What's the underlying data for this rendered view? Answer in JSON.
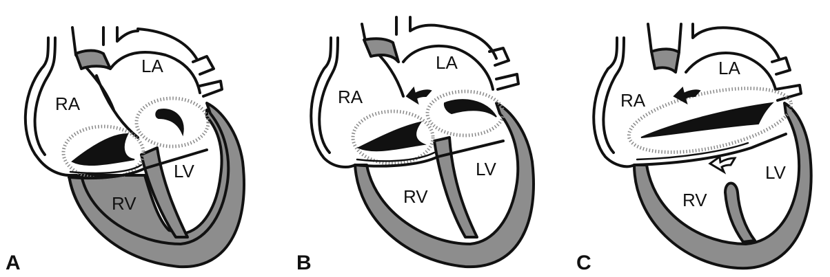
{
  "panels": [
    {
      "label": "A",
      "chambers": {
        "ra": "RA",
        "la": "LA",
        "rv": "RV",
        "lv": "LV"
      }
    },
    {
      "label": "B",
      "chambers": {
        "ra": "RA",
        "la": "LA",
        "rv": "RV",
        "lv": "LV"
      }
    },
    {
      "label": "C",
      "chambers": {
        "ra": "RA",
        "la": "LA",
        "rv": "RV",
        "lv": "LV"
      }
    }
  ],
  "colors": {
    "myocardium": "#8d8d8d",
    "outline": "#111111",
    "background": "#ffffff"
  }
}
